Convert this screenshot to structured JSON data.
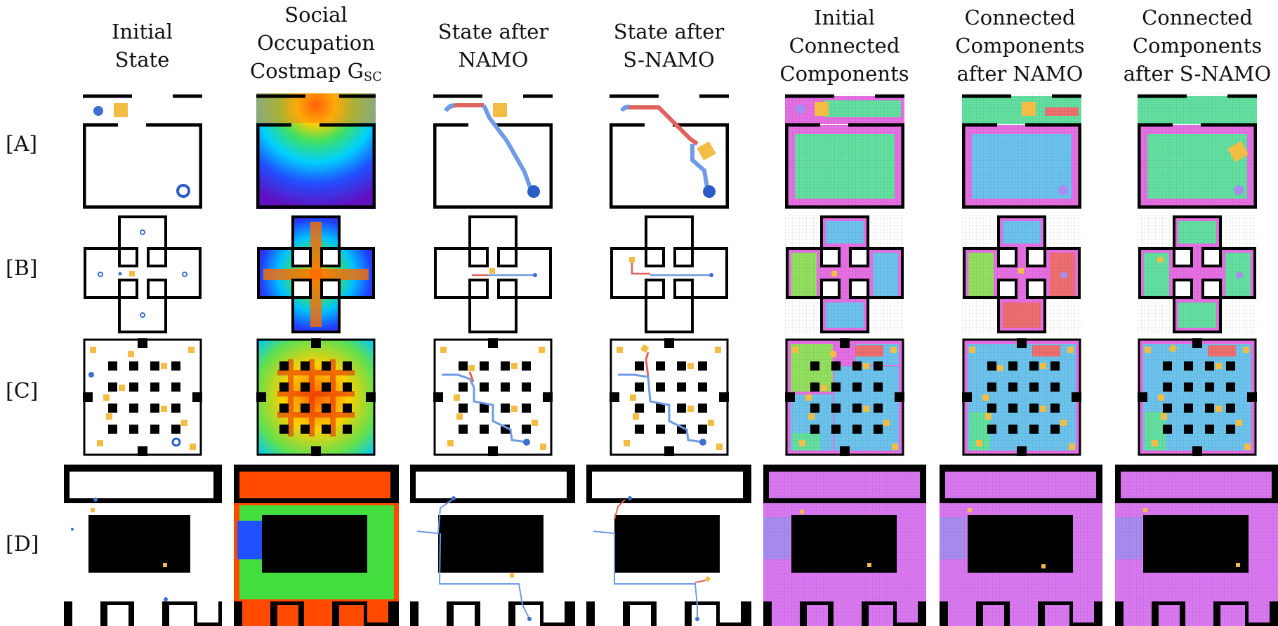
{
  "columns": [
    {
      "lines": [
        "Initial",
        "State"
      ]
    },
    {
      "lines": [
        "Social",
        "Occupation",
        "Costmap G"
      ],
      "subscript": "SC"
    },
    {
      "lines": [
        "State after",
        "NAMO"
      ]
    },
    {
      "lines": [
        "State after",
        "S-NAMO"
      ]
    },
    {
      "lines": [
        "Initial",
        "Connected",
        "Components"
      ]
    },
    {
      "lines": [
        "Connected",
        "Components",
        "after NAMO"
      ]
    },
    {
      "lines": [
        "Connected",
        "Components",
        "after S-NAMO"
      ]
    }
  ],
  "rows": [
    "[A]",
    "[B]",
    "[C]",
    "[D]"
  ],
  "colors": {
    "wall": "#000000",
    "obstacle": "#f2bd42",
    "robot": "#3d6fd0",
    "namo_path": "#6f9be6",
    "snamo_path": "#e0625c",
    "component_magenta": "#e56fe3",
    "component_green": "#63e0a0",
    "component_blue": "#6cc3ec",
    "component_light_green": "#93e060",
    "component_red": "#ee6f6f",
    "component_purple": "#a88cf0"
  }
}
